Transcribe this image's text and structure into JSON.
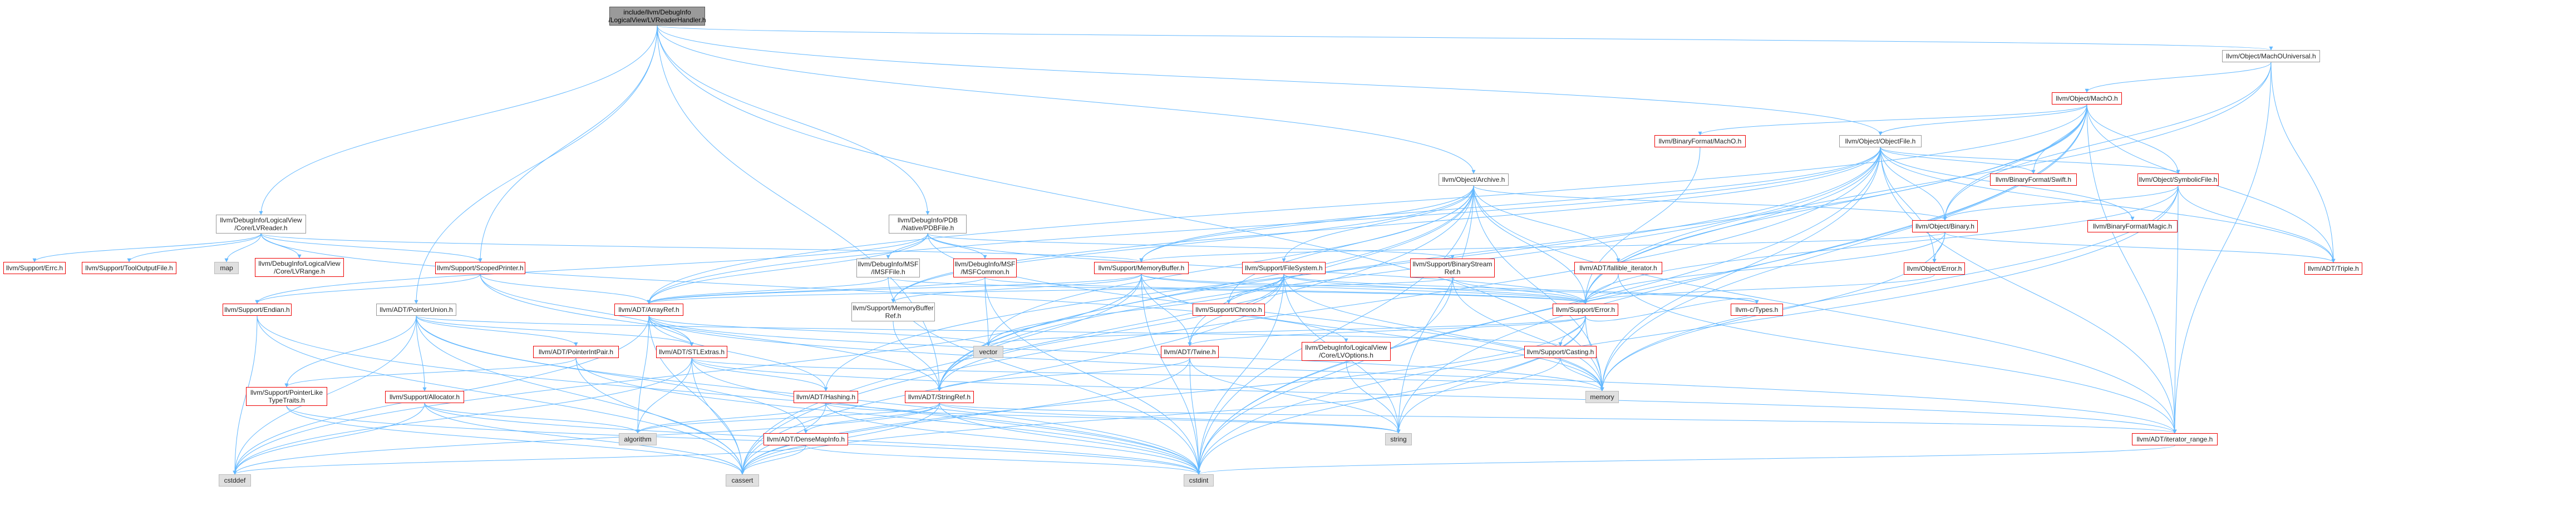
{
  "diagram": {
    "colors": {
      "edge": "#63b8ff",
      "root_fill": "#9a9a9a",
      "red_border": "#ee0000",
      "gray_fill": "#e0e0e0"
    },
    "nodes": [
      {
        "id": "root",
        "label": "include/llvm/DebugInfo\n/LogicalView/LVReaderHandler.h",
        "style": "root"
      },
      {
        "id": "machouniversal",
        "label": "llvm/Object/MachOUniversal.h",
        "style": "black"
      },
      {
        "id": "macho",
        "label": "llvm/Object/MachO.h",
        "style": "red"
      },
      {
        "id": "binfmtmacho",
        "label": "llvm/BinaryFormat/MachO.h",
        "style": "red"
      },
      {
        "id": "objectfile",
        "label": "llvm/Object/ObjectFile.h",
        "style": "black"
      },
      {
        "id": "archive",
        "label": "llvm/Object/Archive.h",
        "style": "black"
      },
      {
        "id": "binfmtswift",
        "label": "llvm/BinaryFormat/Swift.h",
        "style": "red"
      },
      {
        "id": "symbolicfile",
        "label": "llvm/Object/SymbolicFile.h",
        "style": "red"
      },
      {
        "id": "binary",
        "label": "llvm/Object/Binary.h",
        "style": "red"
      },
      {
        "id": "binfmtmagic",
        "label": "llvm/BinaryFormat/Magic.h",
        "style": "red"
      },
      {
        "id": "lvreader",
        "label": "llvm/DebugInfo/LogicalView\n/Core/LVReader.h",
        "style": "black"
      },
      {
        "id": "pdbfile",
        "label": "llvm/DebugInfo/PDB\n/Native/PDBFile.h",
        "style": "black"
      },
      {
        "id": "objecterror",
        "label": "llvm/Object/Error.h",
        "style": "red"
      },
      {
        "id": "triple",
        "label": "llvm/ADT/Triple.h",
        "style": "red"
      },
      {
        "id": "supporterrc",
        "label": "llvm/Support/Errc.h",
        "style": "red"
      },
      {
        "id": "tooloutput",
        "label": "llvm/Support/ToolOutputFile.h",
        "style": "red"
      },
      {
        "id": "map",
        "label": "map",
        "style": "gray"
      },
      {
        "id": "lvrange",
        "label": "llvm/DebugInfo/LogicalView\n/Core/LVRange.h",
        "style": "red"
      },
      {
        "id": "scopedprinter",
        "label": "llvm/Support/ScopedPrinter.h",
        "style": "red"
      },
      {
        "id": "msffile",
        "label": "llvm/DebugInfo/MSF\n/IMSFFile.h",
        "style": "black"
      },
      {
        "id": "msfcommon",
        "label": "llvm/DebugInfo/MSF\n/MSFCommon.h",
        "style": "red"
      },
      {
        "id": "memorybuffer",
        "label": "llvm/Support/MemoryBuffer.h",
        "style": "red"
      },
      {
        "id": "filesystem",
        "label": "llvm/Support/FileSystem.h",
        "style": "red"
      },
      {
        "id": "binarystreamref",
        "label": "llvm/Support/BinaryStream\nRef.h",
        "style": "red"
      },
      {
        "id": "fallible",
        "label": "llvm/ADT/fallible_iterator.h",
        "style": "red"
      },
      {
        "id": "endian",
        "label": "llvm/Support/Endian.h",
        "style": "red"
      },
      {
        "id": "pointerunion",
        "label": "llvm/ADT/PointerUnion.h",
        "style": "black"
      },
      {
        "id": "arrayref",
        "label": "llvm/ADT/ArrayRef.h",
        "style": "red"
      },
      {
        "id": "membufref",
        "label": "llvm/Support/MemoryBuffer\nRef.h",
        "style": "black"
      },
      {
        "id": "chrono",
        "label": "llvm/Support/Chrono.h",
        "style": "red"
      },
      {
        "id": "supporterror",
        "label": "llvm/Support/Error.h",
        "style": "red"
      },
      {
        "id": "ctypes",
        "label": "llvm-c/Types.h",
        "style": "red"
      },
      {
        "id": "pointerintpair",
        "label": "llvm/ADT/PointerIntPair.h",
        "style": "red"
      },
      {
        "id": "stlextras",
        "label": "llvm/ADT/STLExtras.h",
        "style": "red"
      },
      {
        "id": "vector",
        "label": "vector",
        "style": "gray"
      },
      {
        "id": "twine",
        "label": "llvm/ADT/Twine.h",
        "style": "red"
      },
      {
        "id": "lvoptions",
        "label": "llvm/DebugInfo/LogicalView\n/Core/LVOptions.h",
        "style": "red"
      },
      {
        "id": "casting",
        "label": "llvm/Support/Casting.h",
        "style": "red"
      },
      {
        "id": "ptrlike",
        "label": "llvm/Support/PointerLike\nTypeTraits.h",
        "style": "red"
      },
      {
        "id": "allocator",
        "label": "llvm/Support/Allocator.h",
        "style": "red"
      },
      {
        "id": "hashing",
        "label": "llvm/ADT/Hashing.h",
        "style": "red"
      },
      {
        "id": "stringref",
        "label": "llvm/ADT/StringRef.h",
        "style": "red"
      },
      {
        "id": "memory",
        "label": "memory",
        "style": "gray"
      },
      {
        "id": "densemapinfo",
        "label": "llvm/ADT/DenseMapInfo.h",
        "style": "red"
      },
      {
        "id": "algorithm",
        "label": "algorithm",
        "style": "gray"
      },
      {
        "id": "string",
        "label": "string",
        "style": "gray"
      },
      {
        "id": "iterrange",
        "label": "llvm/ADT/iterator_range.h",
        "style": "red"
      },
      {
        "id": "cstddef",
        "label": "cstddef",
        "style": "gray"
      },
      {
        "id": "cassert",
        "label": "cassert",
        "style": "gray"
      },
      {
        "id": "cstdint",
        "label": "cstdint",
        "style": "gray"
      }
    ],
    "edges": [
      [
        "root",
        "machouniversal"
      ],
      [
        "root",
        "archive"
      ],
      [
        "root",
        "pdbfile"
      ],
      [
        "root",
        "lvreader"
      ],
      [
        "root",
        "scopedprinter"
      ],
      [
        "root",
        "pointerunion"
      ],
      [
        "root",
        "memory"
      ],
      [
        "root",
        "stringref"
      ],
      [
        "root",
        "objectfile"
      ],
      [
        "machouniversal",
        "macho"
      ],
      [
        "machouniversal",
        "triple"
      ],
      [
        "machouniversal",
        "binary"
      ],
      [
        "machouniversal",
        "iterrange"
      ],
      [
        "machouniversal",
        "supporterror"
      ],
      [
        "macho",
        "binfmtmacho"
      ],
      [
        "macho",
        "objectfile"
      ],
      [
        "macho",
        "binfmtswift"
      ],
      [
        "macho",
        "symbolicfile"
      ],
      [
        "macho",
        "binary"
      ],
      [
        "macho",
        "triple"
      ],
      [
        "macho",
        "arrayref"
      ],
      [
        "macho",
        "supporterror"
      ],
      [
        "macho",
        "memory"
      ],
      [
        "macho",
        "string"
      ],
      [
        "macho",
        "cstdint"
      ],
      [
        "macho",
        "iterrange"
      ],
      [
        "macho",
        "stringref"
      ],
      [
        "binfmtmacho",
        "supporterror"
      ],
      [
        "objectfile",
        "symbolicfile"
      ],
      [
        "objectfile",
        "binfmtswift"
      ],
      [
        "objectfile",
        "binfmtmagic"
      ],
      [
        "objectfile",
        "binary"
      ],
      [
        "objectfile",
        "objecterror"
      ],
      [
        "objectfile",
        "triple"
      ],
      [
        "objectfile",
        "memorybuffer"
      ],
      [
        "objectfile",
        "arrayref"
      ],
      [
        "objectfile",
        "stringref"
      ],
      [
        "objectfile",
        "supporterror"
      ],
      [
        "objectfile",
        "iterrange"
      ],
      [
        "objectfile",
        "cassert"
      ],
      [
        "objectfile",
        "cstdint"
      ],
      [
        "objectfile",
        "memory"
      ],
      [
        "objectfile",
        "hashing"
      ],
      [
        "objectfile",
        "membufref"
      ],
      [
        "archive",
        "binary"
      ],
      [
        "archive",
        "fallible"
      ],
      [
        "archive",
        "filesystem"
      ],
      [
        "archive",
        "memorybuffer"
      ],
      [
        "archive",
        "chrono"
      ],
      [
        "archive",
        "supporterror"
      ],
      [
        "archive",
        "iterrange"
      ],
      [
        "archive",
        "stringref"
      ],
      [
        "archive",
        "twine"
      ],
      [
        "archive",
        "vector"
      ],
      [
        "archive",
        "memory"
      ],
      [
        "archive",
        "string"
      ],
      [
        "archive",
        "cstdint"
      ],
      [
        "archive",
        "cassert"
      ],
      [
        "archive",
        "membufref"
      ],
      [
        "symbolicfile",
        "binary"
      ],
      [
        "symbolicfile",
        "supporterror"
      ],
      [
        "symbolicfile",
        "memory"
      ],
      [
        "symbolicfile",
        "cstdint"
      ],
      [
        "symbolicfile",
        "iterrange"
      ],
      [
        "symbolicfile",
        "triple"
      ],
      [
        "binary",
        "objecterror"
      ],
      [
        "binary",
        "memorybuffer"
      ],
      [
        "binary",
        "triple"
      ],
      [
        "binary",
        "supporterror"
      ],
      [
        "binary",
        "memory"
      ],
      [
        "binary",
        "utility"
      ],
      [
        "objecterror",
        "supporterror"
      ],
      [
        "lvreader",
        "supporterrc"
      ],
      [
        "lvreader",
        "tooloutput"
      ],
      [
        "lvreader",
        "map"
      ],
      [
        "lvreader",
        "lvrange"
      ],
      [
        "lvreader",
        "scopedprinter"
      ],
      [
        "lvreader",
        "memorybuffer"
      ],
      [
        "pdbfile",
        "msffile"
      ],
      [
        "pdbfile",
        "msfcommon"
      ],
      [
        "pdbfile",
        "binarystreamref"
      ],
      [
        "pdbfile",
        "supporterror"
      ],
      [
        "pdbfile",
        "endian"
      ],
      [
        "pdbfile",
        "memory"
      ],
      [
        "pdbfile",
        "arrayref"
      ],
      [
        "msffile",
        "arrayref"
      ],
      [
        "msffile",
        "supporterror"
      ],
      [
        "msffile",
        "cstdint"
      ],
      [
        "msfcommon",
        "arrayref"
      ],
      [
        "msfcommon",
        "supporterror"
      ],
      [
        "msfcommon",
        "vector"
      ],
      [
        "msfcommon",
        "cstdint"
      ],
      [
        "binarystreamref",
        "supporterror"
      ],
      [
        "binarystreamref",
        "arrayref"
      ],
      [
        "binarystreamref",
        "memory"
      ],
      [
        "binarystreamref",
        "cstdint"
      ],
      [
        "fallible",
        "supporterror"
      ],
      [
        "fallible",
        "iterrange"
      ],
      [
        "filesystem",
        "supporterror"
      ],
      [
        "filesystem",
        "chrono"
      ],
      [
        "filesystem",
        "twine"
      ],
      [
        "filesystem",
        "stringref"
      ],
      [
        "filesystem",
        "memory"
      ],
      [
        "filesystem",
        "string"
      ],
      [
        "filesystem",
        "vector"
      ],
      [
        "filesystem",
        "cassert"
      ],
      [
        "filesystem",
        "cstdint"
      ],
      [
        "filesystem",
        "ctypes"
      ],
      [
        "memorybuffer",
        "arrayref"
      ],
      [
        "memorybuffer",
        "twine"
      ],
      [
        "memorybuffer",
        "supporterror"
      ],
      [
        "memorybuffer",
        "membufref"
      ],
      [
        "memorybuffer",
        "stringref"
      ],
      [
        "memorybuffer",
        "memory"
      ],
      [
        "memorybuffer",
        "cstddef"
      ],
      [
        "memorybuffer",
        "cstdint"
      ],
      [
        "memorybuffer",
        "ctypes"
      ],
      [
        "memorybuffer",
        "alignment"
      ],
      [
        "scopedprinter",
        "arrayref"
      ],
      [
        "scopedprinter",
        "endian"
      ],
      [
        "scopedprinter",
        "stlextras"
      ],
      [
        "scopedprinter",
        "stringref"
      ],
      [
        "endian",
        "cassert"
      ],
      [
        "endian",
        "cstddef"
      ],
      [
        "endian",
        "cstdint"
      ],
      [
        "pointerunion",
        "pointerintpair"
      ],
      [
        "pointerunion",
        "stlextras"
      ],
      [
        "pointerunion",
        "casting"
      ],
      [
        "pointerunion",
        "ptrlike"
      ],
      [
        "pointerunion",
        "cassert"
      ],
      [
        "pointerunion",
        "cstddef"
      ],
      [
        "pointerunion",
        "cstdint"
      ],
      [
        "pointerunion",
        "densemapinfo"
      ],
      [
        "pointerunion",
        "allocator"
      ],
      [
        "arrayref",
        "hashing"
      ],
      [
        "arrayref",
        "stlextras"
      ],
      [
        "arrayref",
        "algorithm"
      ],
      [
        "arrayref",
        "cassert"
      ],
      [
        "arrayref",
        "cstddef"
      ],
      [
        "arrayref",
        "memory"
      ],
      [
        "arrayref",
        "vector"
      ],
      [
        "arrayref",
        "iterrange"
      ],
      [
        "membufref",
        "stringref"
      ],
      [
        "supporterror",
        "twine"
      ],
      [
        "supporterror",
        "casting"
      ],
      [
        "supporterror",
        "memory"
      ],
      [
        "supporterror",
        "string"
      ],
      [
        "supporterror",
        "vector"
      ],
      [
        "supporterror",
        "cassert"
      ],
      [
        "supporterror",
        "cstdint"
      ],
      [
        "supporterror",
        "ctypes"
      ],
      [
        "pointerintpair",
        "ptrlike"
      ],
      [
        "pointerintpair",
        "cassert"
      ],
      [
        "pointerintpair",
        "cstdint"
      ],
      [
        "stlextras",
        "hashing"
      ],
      [
        "stlextras",
        "iterrange"
      ],
      [
        "stlextras",
        "algorithm"
      ],
      [
        "stlextras",
        "cassert"
      ],
      [
        "stlextras",
        "cstddef"
      ],
      [
        "stlextras",
        "cstdint"
      ],
      [
        "stlextras",
        "memory"
      ],
      [
        "twine",
        "stringref"
      ],
      [
        "twine",
        "string"
      ],
      [
        "twine",
        "cassert"
      ],
      [
        "twine",
        "cstdint"
      ],
      [
        "lvoptions",
        "string"
      ],
      [
        "casting",
        "memory"
      ],
      [
        "casting",
        "cassert"
      ],
      [
        "ptrlike",
        "cassert"
      ],
      [
        "ptrlike",
        "cstdint"
      ],
      [
        "allocator",
        "cassert"
      ],
      [
        "allocator",
        "cstddef"
      ],
      [
        "allocator",
        "cstdint"
      ],
      [
        "allocator",
        "algorithm"
      ],
      [
        "hashing",
        "cassert"
      ],
      [
        "hashing",
        "cstdint"
      ],
      [
        "hashing",
        "string"
      ],
      [
        "hashing",
        "algorithm"
      ],
      [
        "stringref",
        "densemapinfo"
      ],
      [
        "stringref",
        "iterrange"
      ],
      [
        "stringref",
        "algorithm"
      ],
      [
        "stringref",
        "cassert"
      ],
      [
        "stringref",
        "cstddef"
      ],
      [
        "stringref",
        "cstdint"
      ],
      [
        "stringref",
        "string"
      ],
      [
        "densemapinfo",
        "cassert"
      ],
      [
        "densemapinfo",
        "cstddef"
      ],
      [
        "densemapinfo",
        "cstdint"
      ],
      [
        "iterrange",
        "cstdint"
      ],
      [
        "lvreader",
        "lvoptions"
      ]
    ]
  }
}
